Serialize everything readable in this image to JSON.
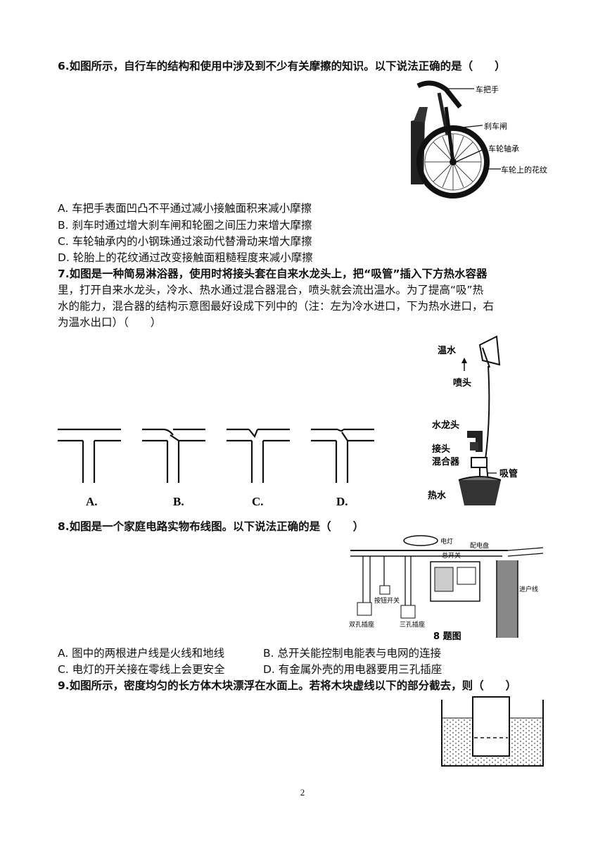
{
  "q6": {
    "stem": "6.如图所示，自行车的结构和使用中涉及到不少有关摩擦的知识。以下说法正确的是（　　）",
    "figure_labels": [
      "车把手",
      "刹车闸",
      "车轮轴承",
      "车轮上的花纹"
    ],
    "options": [
      "A. 车把手表面凹凸不平通过减小接触面积来减小摩擦",
      "B. 刹车时通过增大刹车闸和轮圈之间压力来增大摩擦",
      "C. 车轮轴承内的小钢珠通过滚动代替滑动来增大摩擦",
      "D. 轮胎上的花纹通过改变接触面粗糙程度来减小摩擦"
    ]
  },
  "q7": {
    "lines": [
      "7.如图是一种简易淋浴器，使用时将接头套在自来水龙头上，把“吸管”插入下方热水容器",
      "里，打开自来水龙头，冷水、热水通过混合器混合，喷头就会流出温水。为了提高“吸”热",
      "水的能力，混合器的结构示意图最好设成下列中的（注：左为冷水进口，下为热水进口，右",
      "为温水出口）（　　）"
    ],
    "choices": [
      "A.",
      "B.",
      "C.",
      "D."
    ],
    "figure_labels": [
      "温水",
      "喷头",
      "水龙头",
      "接头",
      "混合器",
      "吸管",
      "热水"
    ]
  },
  "q8": {
    "stem": "8.如图是一个家庭电路实物布线图。以下说法正确的是（　　）",
    "figure_labels": [
      "电灯",
      "配电盘",
      "总开关",
      "进户线",
      "按钮开关",
      "双孔插座",
      "三孔插座",
      "8 题图"
    ],
    "options_row1": [
      "A. 图中的两根进户线是火线和地线",
      "B. 总开关能控制电能表与电网的连接"
    ],
    "options_row2": [
      "C. 电灯的开关接在零线上会更安全",
      "D. 有金属外壳的用电器要用三孔插座"
    ]
  },
  "q9": {
    "stem": "9.如图所示，密度均匀的长方体木块漂浮在水面上。若将木块虚线以下的部分截去，则（　　）"
  },
  "page_number": "2"
}
